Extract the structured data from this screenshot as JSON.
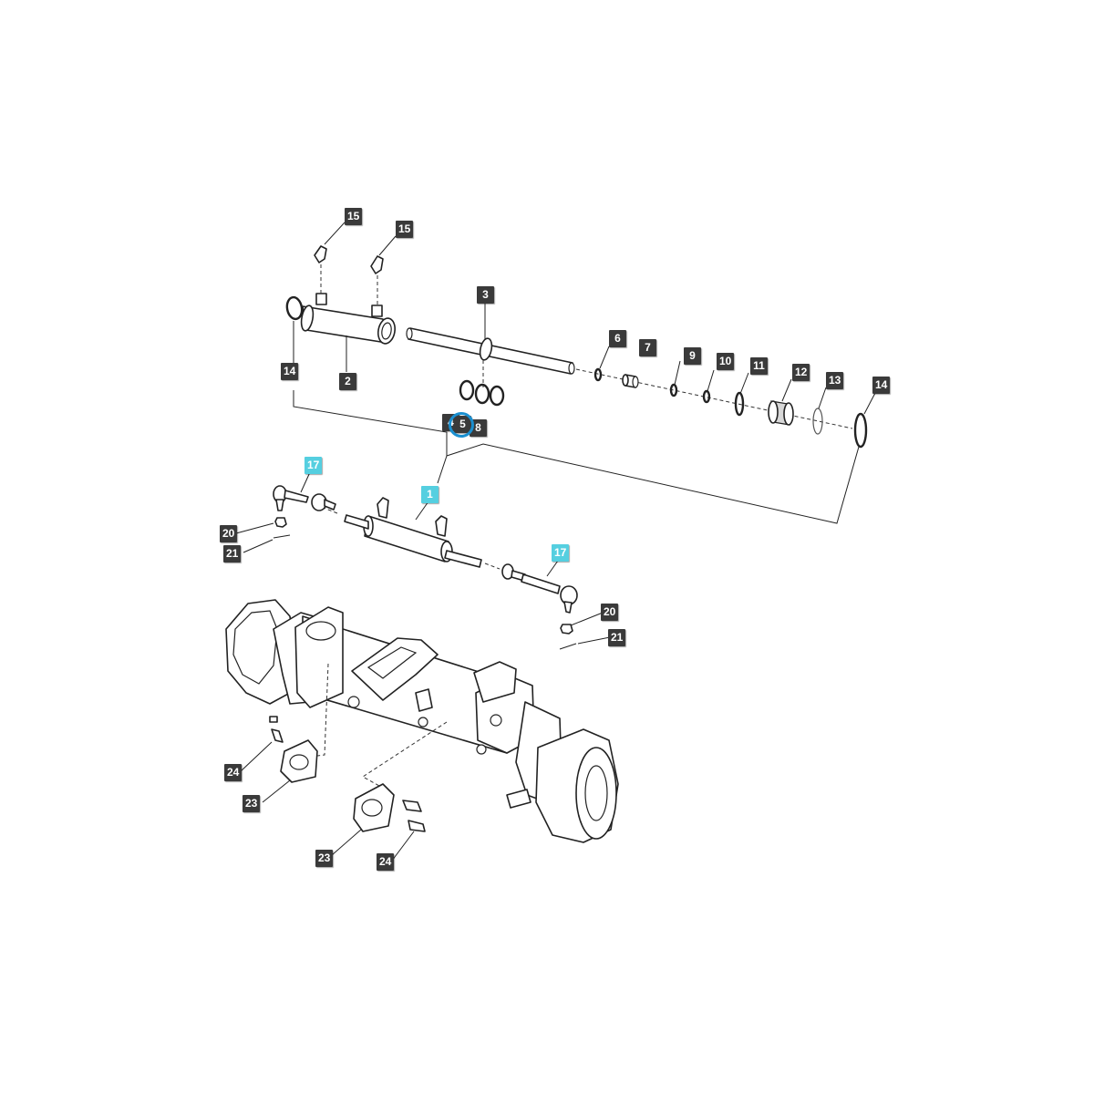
{
  "diagram": {
    "callouts": [
      {
        "id": "c15a",
        "text": "15",
        "highlight": false
      },
      {
        "id": "c15b",
        "text": "15",
        "highlight": false
      },
      {
        "id": "c3",
        "text": "3",
        "highlight": false
      },
      {
        "id": "c2",
        "text": "2",
        "highlight": false
      },
      {
        "id": "c14a",
        "text": "14",
        "highlight": false
      },
      {
        "id": "c6",
        "text": "6",
        "highlight": false
      },
      {
        "id": "c7",
        "text": "7",
        "highlight": false
      },
      {
        "id": "c9",
        "text": "9",
        "highlight": false
      },
      {
        "id": "c10",
        "text": "10",
        "highlight": false
      },
      {
        "id": "c11",
        "text": "11",
        "highlight": false
      },
      {
        "id": "c12",
        "text": "12",
        "highlight": false
      },
      {
        "id": "c13",
        "text": "13",
        "highlight": false
      },
      {
        "id": "c14b",
        "text": "14",
        "highlight": false
      },
      {
        "id": "c4",
        "text": "4",
        "highlight": false
      },
      {
        "id": "c5",
        "text": "5",
        "highlight": false
      },
      {
        "id": "c8",
        "text": "8",
        "highlight": false
      },
      {
        "id": "c17a",
        "text": "17",
        "highlight": true
      },
      {
        "id": "c1",
        "text": "1",
        "highlight": true
      },
      {
        "id": "c17b",
        "text": "17",
        "highlight": true
      },
      {
        "id": "c20a",
        "text": "20",
        "highlight": false
      },
      {
        "id": "c21a",
        "text": "21",
        "highlight": false
      },
      {
        "id": "c20b",
        "text": "20",
        "highlight": false
      },
      {
        "id": "c21b",
        "text": "21",
        "highlight": false
      },
      {
        "id": "c24a",
        "text": "24",
        "highlight": false
      },
      {
        "id": "c23a",
        "text": "23",
        "highlight": false
      },
      {
        "id": "c23b",
        "text": "23",
        "highlight": false
      },
      {
        "id": "c24b",
        "text": "24",
        "highlight": false
      }
    ],
    "selected_callout": "5",
    "colors": {
      "callout_bg": "#3a3a3a",
      "highlight_bg": "#55cfe0",
      "selection_ring": "#1a8fd0"
    }
  }
}
